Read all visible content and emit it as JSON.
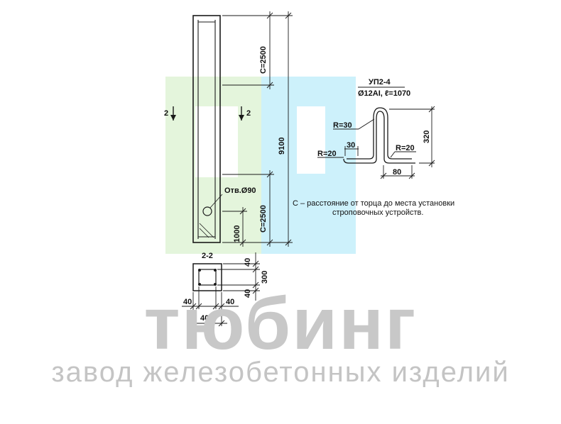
{
  "drawing": {
    "dims": {
      "c_top": "С=2500",
      "c_bottom": "С=2500",
      "total": "9100",
      "d1000": "1000",
      "hole": "Отв.Ø90",
      "sec_left": "2",
      "sec_right": "2"
    },
    "section": {
      "title": "2-2",
      "d40_top": "40",
      "d300": "300",
      "d40_bot": "40",
      "d40_left": "40",
      "d40_right": "40",
      "d400": "400"
    },
    "loop": {
      "name": "УП2-4",
      "spec": "Ø12AI, ℓ=1070",
      "r30": "R=30",
      "r20_left": "R=20",
      "r20_right": "R=20",
      "d30": "30",
      "d80": "80",
      "d320": "320"
    },
    "note_line1": "С – расстояние от торца до места установки",
    "note_line2": "строповочных устройств."
  },
  "brand": {
    "title": "тюбинг",
    "subtitle": "завод железобетонных изделий"
  },
  "colors": {
    "watermark_green": "#e4f5dc",
    "watermark_cyan": "#cdf1fb",
    "line": "#1a1a1a",
    "brand_gray": "#c8c8c8"
  }
}
